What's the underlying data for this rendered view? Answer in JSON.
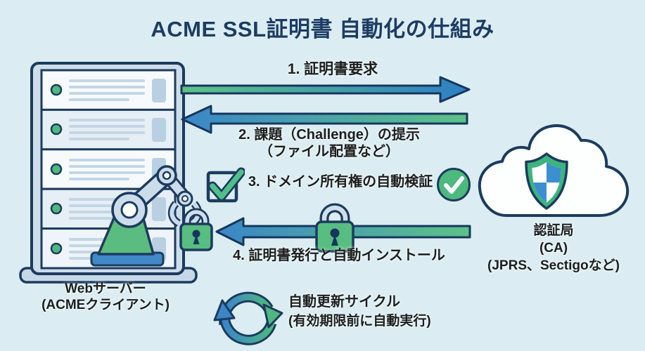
{
  "title": "ACME SSL証明書 自動化の仕組み",
  "colors": {
    "background": "#dbedf2",
    "title": "#1c3c64",
    "text": "#1e1e1e",
    "green": "#4db87f",
    "blue": "#2e7fc4",
    "navy_outline": "#1c3b5e",
    "light_blue": "#cbdceb"
  },
  "server": {
    "label_line1": "Webサーバー",
    "label_line2": "(ACMEクライアント)"
  },
  "ca": {
    "label_line1": "認証局",
    "label_line2": "(CA)",
    "label_line3": "(JPRS、Sectigoなど)"
  },
  "steps": {
    "step1": {
      "label": "1. 証明書要求",
      "direction": "right"
    },
    "step2": {
      "label": "2. 課題（Challenge）の提示",
      "sublabel": "（ファイル配置など）",
      "direction": "left"
    },
    "step3": {
      "label": "3. ドメイン所有権の自動検証"
    },
    "step4": {
      "label": "4. 証明書発行と自動インストール",
      "direction": "left"
    }
  },
  "cycle": {
    "label": "自動更新サイクル",
    "sublabel": "(有効期限前に自動実行)"
  },
  "icons": {
    "server": "server-rack-icon",
    "robot": "robot-arm-icon",
    "lock": "padlock-icon",
    "checkbox": "checkbox-check-icon",
    "verified": "check-circle-icon",
    "cloud": "cloud-icon",
    "shield": "shield-icon",
    "arrows": "flow-arrow-icon",
    "cycle": "refresh-cycle-icon"
  }
}
